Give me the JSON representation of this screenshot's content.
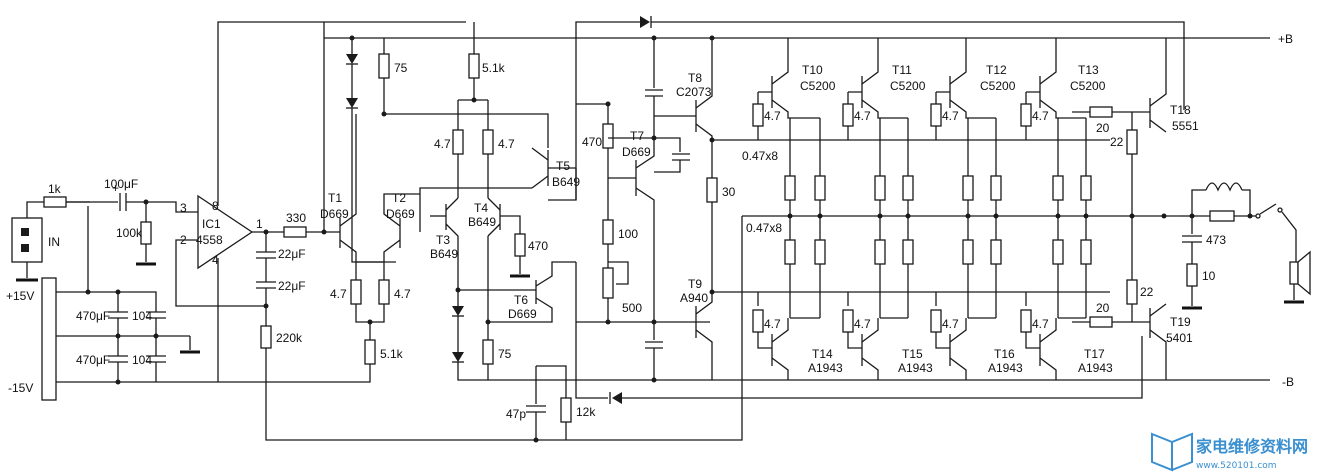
{
  "labels": {
    "in": "IN",
    "plus15": "+15V",
    "minus15": "-15V",
    "plusB": "+B",
    "minusB": "-B",
    "r_1k": "1k",
    "c_100uf": "100μF",
    "r_100k": "100k",
    "ic_name": "IC1",
    "ic_part": "4558",
    "pin1": "1",
    "pin2": "2",
    "pin3": "3",
    "pin4": "4",
    "pin8": "8",
    "r_330": "330",
    "c_22uf_a": "22μF",
    "c_22uf_b": "22μF",
    "r_220k": "220k",
    "c_470uf_a": "470μF",
    "c_470uf_b": "470μF",
    "c_104_a": "104",
    "c_104_b": "104",
    "r_75_a": "75",
    "r_51k_a": "5.1k",
    "r_47_a": "4.7",
    "r_47_b": "4.7",
    "t5_name": "T5",
    "t5_part": "B649",
    "t1_name": "T1",
    "t1_part": "D669",
    "t2_name": "T2",
    "t2_part": "D669",
    "t3_name": "T3",
    "t3_part": "B649",
    "t4_name": "T4",
    "t4_part": "B649",
    "r_470_a": "470",
    "r_47_c": "4.7",
    "r_47_d": "4.7",
    "r_51k_b": "5.1k",
    "t6_name": "T6",
    "t6_part": "D669",
    "r_75_b": "75",
    "c_47p": "47p",
    "r_12k": "12k",
    "r_470_b": "470",
    "t7_name": "T7",
    "t7_part": "D669",
    "r_100": "100",
    "r_500": "500",
    "t8_name": "T8",
    "t8_part": "C2073",
    "r_30": "30",
    "t9_name": "T9",
    "t9_part": "A940",
    "t10_name": "T10",
    "t10_part": "C5200",
    "t11_name": "T11",
    "t11_part": "C5200",
    "t12_name": "T12",
    "t12_part": "C5200",
    "t13_name": "T13",
    "t13_part": "C5200",
    "r_047x8_a": "0.47x8",
    "r_047x8_b": "0.47x8",
    "r_47_t10": "4.7",
    "r_47_t11": "4.7",
    "r_47_t12": "4.7",
    "r_47_t13": "4.7",
    "r_47_t14": "4.7",
    "r_47_t15": "4.7",
    "r_47_t16": "4.7",
    "r_47_t17": "4.7",
    "t14_name": "T14",
    "t14_part": "A1943",
    "t15_name": "T15",
    "t15_part": "A1943",
    "t16_name": "T16",
    "t16_part": "A1943",
    "t17_name": "T17",
    "t17_part": "A1943",
    "r_20_a": "20",
    "r_20_b": "20",
    "r_22_a": "22",
    "r_22_b": "22",
    "t18_name": "T18",
    "t18_part": "5551",
    "t19_name": "T19",
    "t19_part": "5401",
    "c_473": "473",
    "r_10": "10"
  },
  "watermark": {
    "site": "家电维修资料网",
    "url": "www.520101.com"
  }
}
